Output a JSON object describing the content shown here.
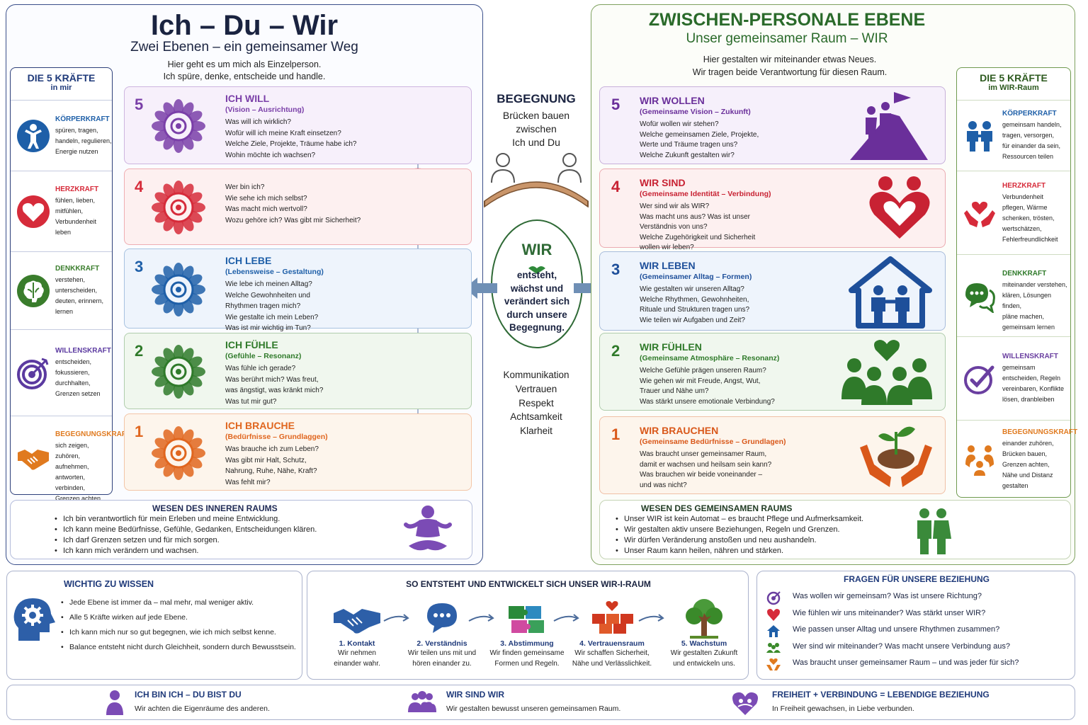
{
  "left": {
    "title": "Ich – Du – Wir",
    "subtitle": "Zwei Ebenen – ein gemeinsamer Weg",
    "intro_1": "Hier geht es um mich als Einzelperson.",
    "intro_2": "Ich spüre, denke, entscheide und handle.",
    "sidebar": {
      "title": "DIE 5 KRÄFTE",
      "sub": "in mir",
      "items": [
        {
          "head": "KÖRPERKRAFT",
          "lines": [
            "spüren, tragen,",
            "handeln, regulieren,",
            "Energie nutzen"
          ],
          "color": "#1e5fa8",
          "icon": "person-icon"
        },
        {
          "head": "HERZKRAFT",
          "lines": [
            "fühlen, lieben,",
            "mitfühlen,",
            "Verbundenheit",
            "leben"
          ],
          "color": "#d62b3a",
          "icon": "heart-icon"
        },
        {
          "head": "DENKKRAFT",
          "lines": [
            "verstehen,",
            "unterscheiden,",
            "deuten, erinnern,",
            "lernen"
          ],
          "color": "#3a7d2c",
          "icon": "brain-icon"
        },
        {
          "head": "WILLENSKRAFT",
          "lines": [
            "entscheiden,",
            "fokussieren,",
            "durchhalten,",
            "Grenzen setzen"
          ],
          "color": "#5b3aa0",
          "icon": "target-icon"
        },
        {
          "head": "BEGEGNUNGSKRAFT",
          "lines": [
            "sich zeigen,",
            "zuhören, aufnehmen,",
            "antworten, verbinden,",
            "Grenzen achten"
          ],
          "color": "#e07a1f",
          "icon": "handshake-icon"
        }
      ]
    },
    "levels": [
      {
        "num": "5",
        "title": "ICH WILL",
        "sub": "(Vision – Ausrichtung)",
        "q": [
          "Was will ich wirklich?",
          "Wofür will ich meine Kraft einsetzen?",
          "Welche Ziele, Projekte, Träume habe ich?",
          "Wohin möchte ich wachsen?"
        ],
        "color": "#7a3fa8",
        "bg": "#f7f0fb"
      },
      {
        "num": "4",
        "title": "",
        "sub": "",
        "q": [
          "Wer bin ich?",
          "Wie sehe ich mich selbst?",
          "Was macht mich wertvoll?",
          "Wozu gehöre ich? Was gibt mir Sicherheit?"
        ],
        "color": "#d62b3a",
        "bg": "#fdf0f0"
      },
      {
        "num": "3",
        "title": "ICH LEBE",
        "sub": "(Lebensweise – Gestaltung)",
        "q": [
          "Wie lebe ich meinen Alltag?",
          "Welche Gewohnheiten und",
          "Rhythmen tragen mich?",
          "Wie gestalte ich mein Leben?",
          "Was ist mir wichtig im Tun?"
        ],
        "color": "#1e5fa8",
        "bg": "#eef4fc"
      },
      {
        "num": "2",
        "title": "ICH FÜHLE",
        "sub": "(Gefühle – Resonanz)",
        "q": [
          "Was fühle ich gerade?",
          "Was berührt mich? Was freut,",
          "was ängstigt, was kränkt mich?",
          "Was tut mir gut?"
        ],
        "color": "#2f7a2a",
        "bg": "#f0f7ee"
      },
      {
        "num": "1",
        "title": "ICH BRAUCHE",
        "sub": "(Bedürfnisse – Grundlaggen)",
        "q": [
          "Was brauche ich zum Leben?",
          "Was gibt mir Halt, Schutz,",
          "Nahrung, Ruhe, Nähe, Kraft?",
          "Was fehlt mir?"
        ],
        "color": "#e0661f",
        "bg": "#fdf5ec"
      }
    ],
    "essence": {
      "title": "WESEN DES INNEREN RAUMS",
      "items": [
        "Ich bin verantwortlich für mein Erleben und meine Entwicklung.",
        "Ich kann meine Bedürfnisse, Gefühle, Gedanken, Entscheidungen klären.",
        "Ich darf Grenzen setzen und für mich sorgen.",
        "Ich kann mich verändern und wachsen."
      ]
    }
  },
  "middle": {
    "title": "BEGEGNUNG",
    "lines": [
      "Brücken bauen",
      "zwischen",
      "Ich und Du"
    ],
    "wir": "WIR",
    "wir_lines": [
      "entsteht,",
      "wächst und",
      "verändert sich",
      "durch unsere",
      "Begegnung."
    ],
    "values": [
      "Kommunikation",
      "Vertrauen",
      "Respekt",
      "Achtsamkeit",
      "Klarheit"
    ]
  },
  "right": {
    "title": "ZWISCHEN-PERSONALE EBENE",
    "subtitle": "Unser gemeinsamer Raum – WIR",
    "intro_1": "Hier gestalten wir miteinander etwas Neues.",
    "intro_2": "Wir tragen beide Verantwortung für diesen Raum.",
    "sidebar": {
      "title": "DIE 5 KRÄFTE",
      "sub": "im WIR-Raum",
      "items": [
        {
          "head": "KÖRPERKRAFT",
          "lines": [
            "gemeinsam handeln,",
            "tragen, versorgen,",
            "für einander da sein,",
            "Ressourcen teilen"
          ],
          "color": "#1e5fa8",
          "icon": "two-people-icon"
        },
        {
          "head": "HERZKRAFT",
          "lines": [
            "Verbundenheit",
            "pflegen, Wärme",
            "schenken, trösten,",
            "wertschätzen,",
            "Fehlerfreundlichkeit"
          ],
          "color": "#d62b3a",
          "icon": "heart-hands-icon"
        },
        {
          "head": "DENKKRAFT",
          "lines": [
            "miteinander verstehen,",
            "klären, Lösungen finden,",
            "pläne machen,",
            "gemeinsam lernen"
          ],
          "color": "#2f7a2a",
          "icon": "chat-bubbles-icon"
        },
        {
          "head": "WILLENSKRAFT",
          "lines": [
            "gemeinsam",
            "entscheiden, Regeln",
            "vereinbaren, Konflikte",
            "lösen, dranbleiben"
          ],
          "color": "#6a3fa0",
          "icon": "check-circle-icon"
        },
        {
          "head": "BEGEGNUNGSKRAFT",
          "lines": [
            "einander zuhören,",
            "Brücken bauen,",
            "Grenzen achten,",
            "Nähe und Distanz",
            "gestalten"
          ],
          "color": "#e07a1f",
          "icon": "circle-people-icon"
        }
      ]
    },
    "levels": [
      {
        "num": "5",
        "title": "WIR WOLLEN",
        "sub": "(Gemeinsame Vision – Zukunft)",
        "q": [
          "Wofür wollen wir stehen?",
          "Welche gemeinsamen Ziele, Projekte,",
          "Werte und Träume tragen uns?",
          "Welche Zukunft gestalten wir?"
        ],
        "color": "#6a2f9a",
        "bg": "#f6f0fb",
        "icon": "summit-flag-icon"
      },
      {
        "num": "4",
        "title": "WIR SIND",
        "sub": "(Gemeinsame Identität – Verbindung)",
        "q": [
          "Wer sind wir als WIR?",
          "Was macht uns aus? Was ist unser",
          "Verständnis von uns?",
          "Welche Zugehörigkeit und Sicherheit",
          "wollen wir leben?"
        ],
        "color": "#c82233",
        "bg": "#fdf0f0",
        "icon": "embrace-heart-icon"
      },
      {
        "num": "3",
        "title": "WIR LEBEN",
        "sub": "(Gemeinsamer Alltag – Formen)",
        "q": [
          "Wie gestalten wir unseren Alltag?",
          "Welche Rhythmen, Gewohnheiten,",
          "Rituale und Strukturen tragen uns?",
          "Wie teilen wir Aufgaben und Zeit?"
        ],
        "color": "#1e4f9a",
        "bg": "#eef4fc",
        "icon": "home-people-icon"
      },
      {
        "num": "2",
        "title": "WIR FÜHLEN",
        "sub": "(Gemeinsame Atmosphäre – Resonanz)",
        "q": [
          "Welche Gefühle prägen unseren Raum?",
          "Wie gehen wir mit Freude, Angst, Wut,",
          "Trauer und Nähe um?",
          "Was stärkt unsere emotionale Verbindung?"
        ],
        "color": "#2f7a2a",
        "bg": "#f0f7ee",
        "icon": "group-heart-icon"
      },
      {
        "num": "1",
        "title": "WIR BRAUCHEN",
        "sub": "(Gemeinsame Bedürfnisse – Grundlagen)",
        "q": [
          "Was braucht unser gemeinsamer Raum,",
          "damit er wachsen und heilsam sein kann?",
          "Was brauchen wir beide voneinander –",
          "und was nicht?"
        ],
        "color": "#d9581a",
        "bg": "#fdf5ec",
        "icon": "seedling-hands-icon"
      }
    ],
    "essence": {
      "title": "WESEN DES GEMEINSAMEN RAUMS",
      "items": [
        "Unser WIR ist kein Automat – es braucht Pflege und Aufmerksamkeit.",
        "Wir gestalten aktiv unsere Beziehungen, Regeln und Grenzen.",
        "Wir dürfen Veränderung anstoßen und neu aushandeln.",
        "Unser Raum kann heilen, nähren und stärken."
      ]
    }
  },
  "bottom": {
    "know": {
      "title": "WICHTIG ZU WISSEN",
      "items": [
        "Jede Ebene ist immer da – mal mehr, mal weniger aktiv.",
        "Alle 5 Kräfte wirken auf jede Ebene.",
        "Ich kann mich nur so gut begegnen, wie ich mich selbst kenne.",
        "Balance entsteht nicht durch Gleichheit, sondern durch Bewusstsein."
      ]
    },
    "process": {
      "title": "SO ENTSTEHT UND ENTWICKELT SICH UNSER WIR-I-RAUM",
      "steps": [
        {
          "title": "1. Kontakt",
          "lines": [
            "Wir nehmen",
            "einander wahr."
          ],
          "icon": "handshake-icon"
        },
        {
          "title": "2. Verständnis",
          "lines": [
            "Wir teilen uns mit und",
            "hören einander zu."
          ],
          "icon": "speech-bubble-icon"
        },
        {
          "title": "3. Abstimmung",
          "lines": [
            "Wir finden gemeinsame",
            "Formen und Regeln."
          ],
          "icon": "puzzle-icon"
        },
        {
          "title": "4. Vertrauensraum",
          "lines": [
            "Wir schaffen Sicherheit,",
            "Nähe und Verlässlichkeit."
          ],
          "icon": "puzzle-heart-icon"
        },
        {
          "title": "5. Wachstum",
          "lines": [
            "Wir gestalten Zukunft",
            "und entwickeln uns."
          ],
          "icon": "tree-icon"
        }
      ]
    },
    "questions": {
      "title": "FRAGEN FÜR UNSERE BEZIEHUNG",
      "items": [
        "Was wollen wir gemeinsam? Was ist unsere Richtung?",
        "Wie fühlen wir uns miteinander? Was stärkt unser WIR?",
        "Wie passen unser Alltag und unsere Rhythmen zusammen?",
        "Wer sind wir miteinander? Was macht unsere Verbindung aus?",
        "Was braucht unser gemeinsamer Raum – und was jeder für sich?"
      ]
    },
    "footer": [
      {
        "title": "ICH BIN ICH – DU BIST DU",
        "text": "Wir achten die Eigenräume des anderen."
      },
      {
        "title": "WIR SIND WIR",
        "text": "Wir gestalten bewusst unseren gemeinsamen Raum."
      },
      {
        "title": "FREIHEIT + VERBINDUNG = LEBENDIGE BEZIEHUNG",
        "text": "In Freiheit gewachsen, in Liebe verbunden."
      }
    ]
  }
}
